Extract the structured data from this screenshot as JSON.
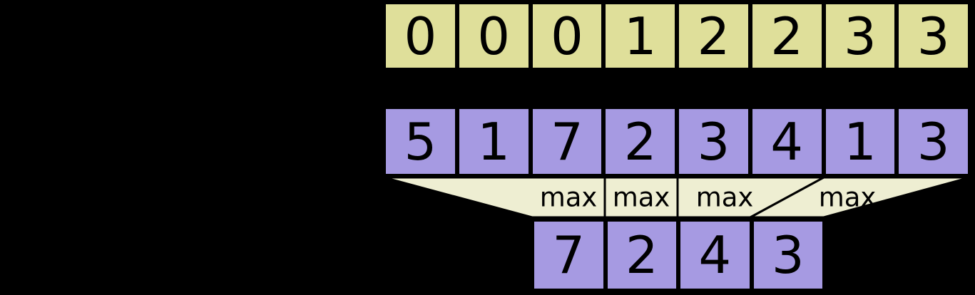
{
  "diagram": {
    "title": "max-pooling-with-padding",
    "colors": {
      "background": "#000000",
      "padded_cell_fill": "#dfdf9a",
      "input_cell_fill": "#a69ae2",
      "output_cell_fill": "#a69ae2",
      "funnel_fill": "#eeeed2",
      "stroke": "#000000"
    },
    "padded_row": {
      "name": "padded-index-row",
      "cells": [
        "0",
        "0",
        "0",
        "1",
        "2",
        "2",
        "3",
        "3"
      ]
    },
    "input_row": {
      "name": "input-values-row",
      "cells": [
        "5",
        "1",
        "7",
        "2",
        "3",
        "4",
        "1",
        "3"
      ]
    },
    "pooling_layer": {
      "name": "max-pooling-funnels",
      "funnels": [
        {
          "label": "max"
        },
        {
          "label": "max"
        },
        {
          "label": "max"
        },
        {
          "label": "max"
        }
      ]
    },
    "output_row": {
      "name": "pooled-output-row",
      "cells": [
        "7",
        "2",
        "4",
        "3"
      ]
    }
  }
}
